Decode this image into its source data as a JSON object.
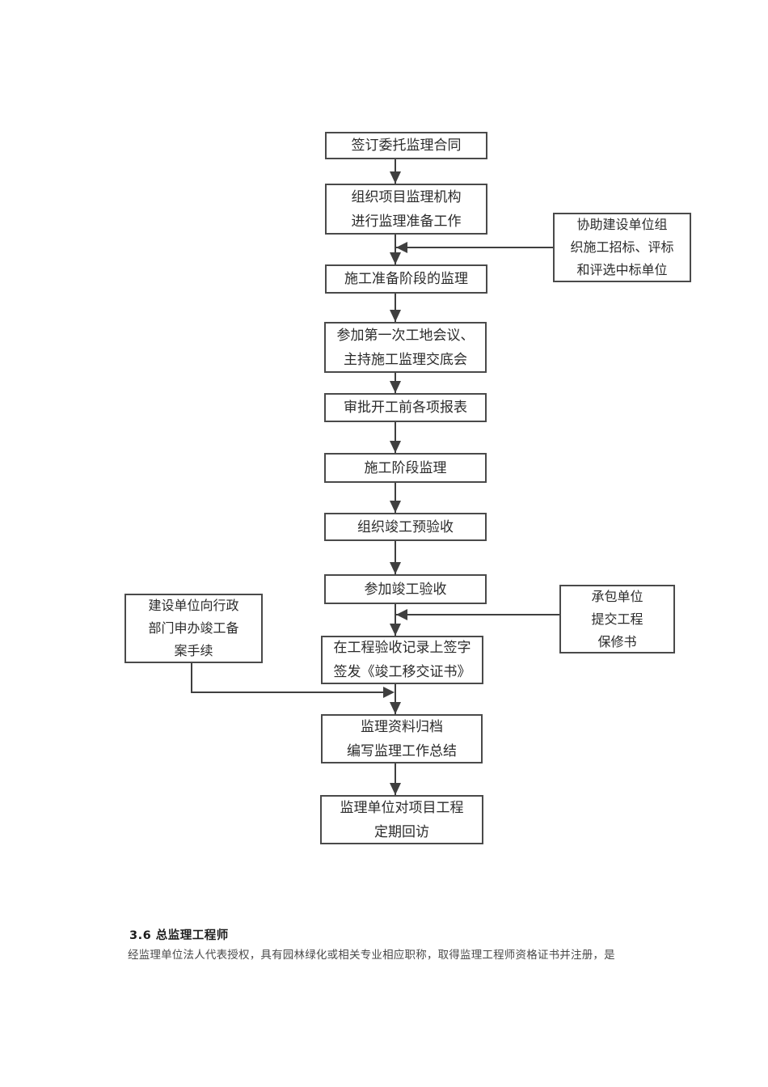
{
  "page": {
    "background": "#ffffff",
    "heading": "3.6 总监理工程师",
    "paragraph": "经监理单位法人代表授权，具有园林绿化或相关专业相应职称，取得监理工程师资格证书并注册，是"
  },
  "flowchart": {
    "line_color": "#3f3f3f",
    "box_border_color": "#4a4a4a",
    "text_color": "#2b2b2b",
    "main_boxes": [
      {
        "id": "sign-contract",
        "lines": [
          "签订委托监理合同"
        ]
      },
      {
        "id": "setup-org",
        "lines": [
          "组织项目监理机构",
          "进行监理准备工作"
        ]
      },
      {
        "id": "prep-stage",
        "lines": [
          "施工准备阶段的监理"
        ]
      },
      {
        "id": "first-meeting",
        "lines": [
          "参加第一次工地会议、",
          "主持施工监理交底会"
        ]
      },
      {
        "id": "approve-reports",
        "lines": [
          "审批开工前各项报表"
        ]
      },
      {
        "id": "construction-stage",
        "lines": [
          "施工阶段监理"
        ]
      },
      {
        "id": "pre-acceptance",
        "lines": [
          "组织竣工预验收"
        ]
      },
      {
        "id": "final-acceptance",
        "lines": [
          "参加竣工验收"
        ]
      },
      {
        "id": "sign-records",
        "lines": [
          "在工程验收记录上签字",
          "签发《竣工移交证书》"
        ]
      },
      {
        "id": "archive-summary",
        "lines": [
          "监理资料归档",
          "编写监理工作总结"
        ]
      },
      {
        "id": "periodic-revisit",
        "lines": [
          "监理单位对项目工程",
          "定期回访"
        ]
      }
    ],
    "side_boxes": [
      {
        "id": "assist-bidding",
        "lines": [
          "协助建设单位组",
          "织施工招标、评标",
          "和评选中标单位"
        ]
      },
      {
        "id": "owner-filing",
        "lines": [
          "建设单位向行政",
          "部门申办竣工备",
          "案手续"
        ]
      },
      {
        "id": "contractor-warranty",
        "lines": [
          "承包单位",
          "提交工程",
          "保修书"
        ]
      }
    ]
  }
}
